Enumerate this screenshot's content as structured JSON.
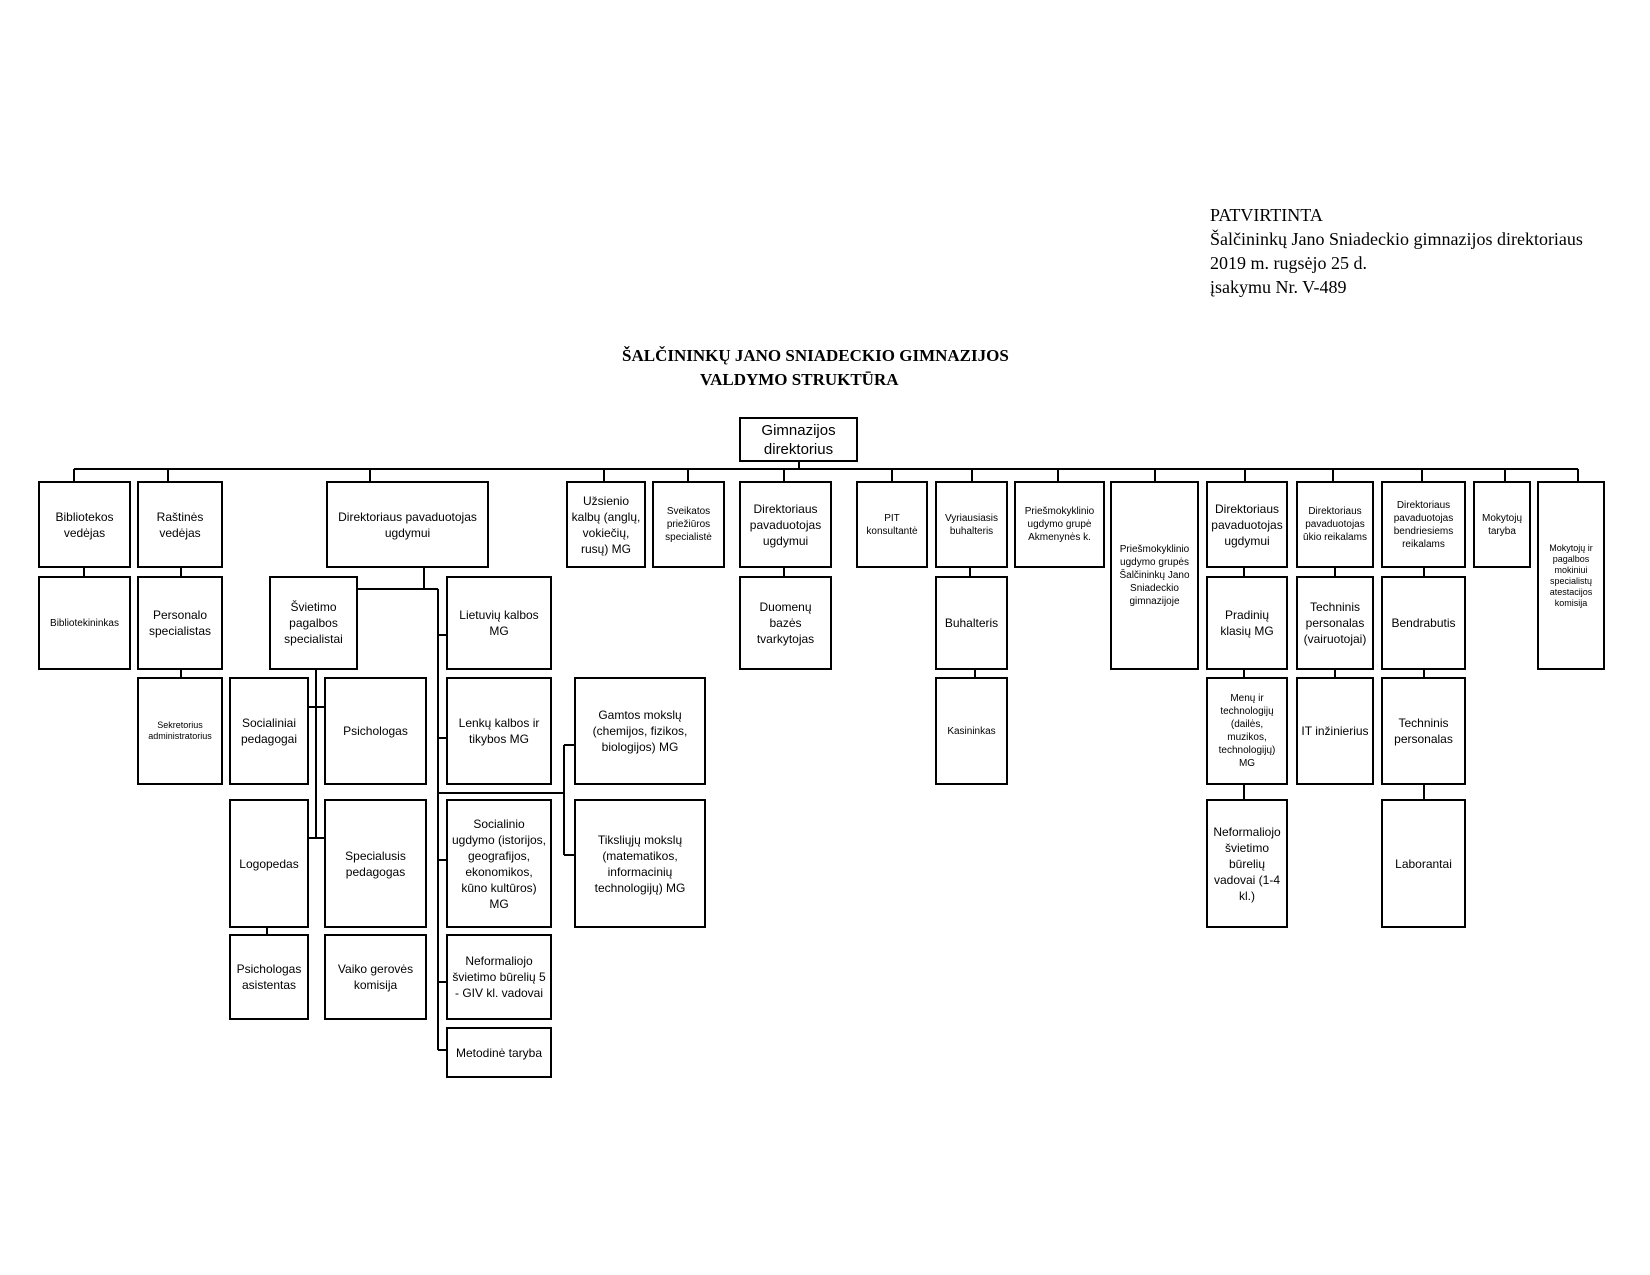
{
  "approval": {
    "line1": "PATVIRTINTA",
    "line2": "Šalčininkų Jano Sniadeckio gimnazijos direktoriaus",
    "line3": "2019 m. rugsėjo 25 d.",
    "line4": "įsakymu Nr. V-489"
  },
  "title": {
    "line1": "ŠALČININKŲ JANO SNIADECKIO GIMNAZIJOS",
    "line2": "VALDYMO STRUKTŪRA"
  },
  "nodes": {
    "director": "Gimnazijos direktorius",
    "library_head": "Bibliotekos vedėjas",
    "librarian": "Bibliotekininkas",
    "office_head": "Raštinės vedėjas",
    "personnel_specialist": "Personalo specialistas",
    "secretary": "Sekretorius administratorius",
    "deputy_education_1": "Direktoriaus pavaduotojas ugdymui",
    "support_specialists": "Švietimo pagalbos specialistai",
    "social_pedagogues": "Socialiniai pedagogai",
    "psychologist": "Psichologas",
    "speech_therapist": "Logopedas",
    "special_pedagogue": "Specialusis pedagogas",
    "psychologist_assistant": "Psichologas asistentas",
    "child_welfare": "Vaiko gerovės komisija",
    "lithuanian_mg": "Lietuvių kalbos MG",
    "polish_mg": "Lenkų kalbos ir tikybos MG",
    "social_education_mg": "Socialinio ugdymo (istorijos, geografijos, ekonomikos, kūno kultūros) MG",
    "nonformal_5": "Neformaliojo švietimo būrelių 5 - GIV kl. vadovai",
    "methodical_council": "Metodinė taryba",
    "natural_sciences_mg": "Gamtos mokslų (chemijos, fizikos, biologijos) MG",
    "exact_sciences_mg": "Tiksliųjų mokslų (matematikos, informacinių technologijų) MG",
    "foreign_languages_mg": "Užsienio kalbų (anglų, vokiečių, rusų) MG",
    "health_specialist": "Sveikatos priežiūros specialistė",
    "deputy_education_2": "Direktoriaus pavaduotojas ugdymui",
    "database_manager": "Duomenų bazės tvarkytojas",
    "pit_consultant": "PIT konsultantė",
    "chief_accountant": "Vyriausiasis buhalteris",
    "accountant": "Buhalteris",
    "cashier": "Kasininkas",
    "preschool_akmenynes": "Priešmokyklinio ugdymo grupė Akmenynės k.",
    "preschool_gymnasium": "Priešmokyklinio ugdymo grupės Šalčininkų Jano Sniadeckio gimnazijoje",
    "deputy_education_3": "Direktoriaus pavaduotojas ugdymui",
    "primary_mg": "Pradinių klasių MG",
    "arts_tech_mg": "Menų ir technologijų (dailės, muzikos, technologijų) MG",
    "nonformal_1_4": "Neformaliojo švietimo būrelių vadovai (1-4 kl.)",
    "deputy_economic": "Direktoriaus pavaduotojas ūkio reikalams",
    "technical_staff_drivers": "Techninis personalas (vairuotojai)",
    "it_engineer": "IT inžinierius",
    "deputy_general": "Direktoriaus pavaduotojas bendriesiems reikalams",
    "dormitory": "Bendrabutis",
    "technical_staff": "Techninis personalas",
    "lab_assistants": "Laborantai",
    "teachers_council": "Mokytojų taryba",
    "attestation_commission": "Mokytojų ir pagalbos mokiniui specialistų atestacijos komisija"
  }
}
